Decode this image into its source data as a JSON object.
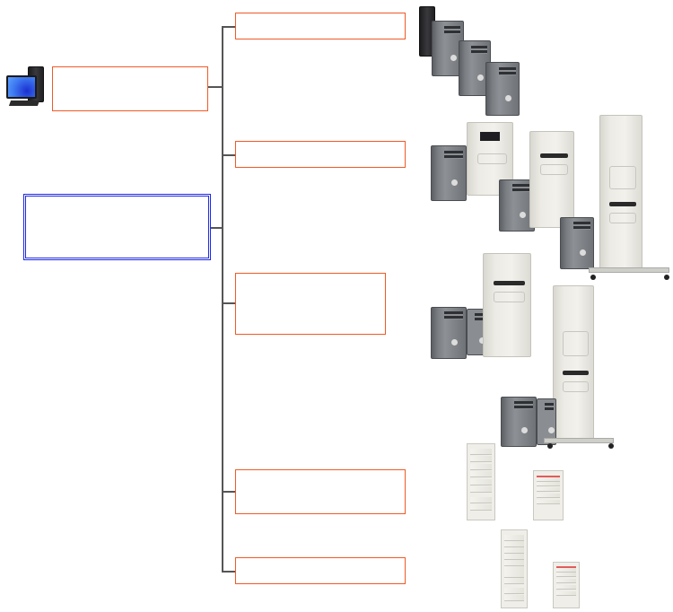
{
  "diagram": {
    "title": "",
    "root_nodes": [
      {
        "id": "client-pc",
        "label": "",
        "style": "orange-border",
        "icon": "desktop-computer-icon"
      },
      {
        "id": "highlighted-node",
        "label": "",
        "style": "blue-double-border"
      }
    ],
    "branches": [
      {
        "id": "branch-1",
        "label": "",
        "image": "tower-servers-group-small"
      },
      {
        "id": "branch-2",
        "label": "",
        "image": "tower-servers-with-tape-libraries"
      },
      {
        "id": "branch-3",
        "label": "",
        "image": "servers-with-storage-cabinets"
      },
      {
        "id": "branch-4",
        "label": "",
        "image": "drive-bay-enclosures"
      },
      {
        "id": "branch-5",
        "label": "",
        "image": "rack-drive-enclosures"
      }
    ],
    "colors": {
      "branch_border": "#f05a28",
      "highlight_border": "#1f2ae0",
      "connector": "#555555"
    }
  }
}
